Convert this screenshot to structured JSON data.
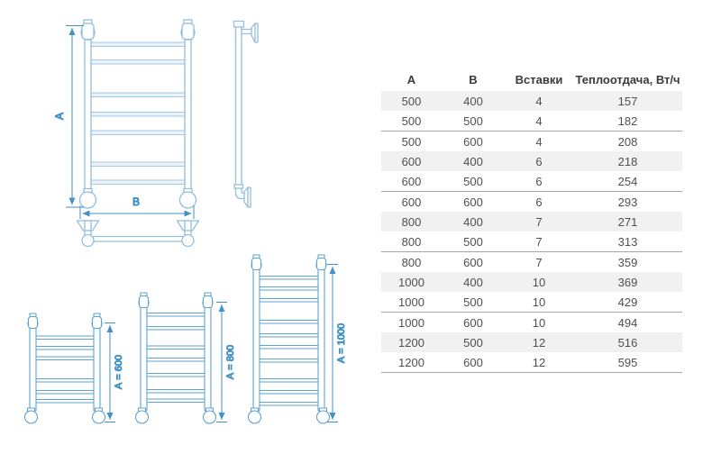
{
  "drawings": {
    "front_view": {
      "height_label": "А",
      "width_label": "В"
    },
    "variants": [
      {
        "label": "А = 600",
        "rungs": 6
      },
      {
        "label": "А = 800",
        "rungs": 7
      },
      {
        "label": "А = 1000",
        "rungs": 10
      }
    ],
    "colors": {
      "main_outline": "#93BEDC",
      "variant_outline": "#5FA3D1",
      "dimension_line": "#4292C8",
      "dimension_text": "#2E86C4"
    }
  },
  "table": {
    "headers": [
      "А",
      "В",
      "Вставки",
      "Теплоотдача, Вт/ч"
    ],
    "rows": [
      [
        "500",
        "400",
        "4",
        "157"
      ],
      [
        "500",
        "500",
        "4",
        "182"
      ],
      [
        "500",
        "600",
        "4",
        "208"
      ],
      [
        "600",
        "400",
        "6",
        "218"
      ],
      [
        "600",
        "500",
        "6",
        "254"
      ],
      [
        "600",
        "600",
        "6",
        "293"
      ],
      [
        "800",
        "400",
        "7",
        "271"
      ],
      [
        "800",
        "500",
        "7",
        "313"
      ],
      [
        "800",
        "600",
        "7",
        "359"
      ],
      [
        "1000",
        "400",
        "10",
        "369"
      ],
      [
        "1000",
        "500",
        "10",
        "429"
      ],
      [
        "1000",
        "600",
        "10",
        "494"
      ],
      [
        "1200",
        "500",
        "12",
        "516"
      ],
      [
        "1200",
        "600",
        "12",
        "595"
      ]
    ],
    "stripe_rows": [
      0,
      3,
      6,
      9,
      12
    ],
    "divider_after_rows": [
      1,
      4,
      7,
      10,
      13
    ],
    "colors": {
      "stripe": "#F1F1F1",
      "divider": "#A6A6A6",
      "header_text": "#3A3A3A",
      "cell_text": "#4F4F4F"
    }
  }
}
